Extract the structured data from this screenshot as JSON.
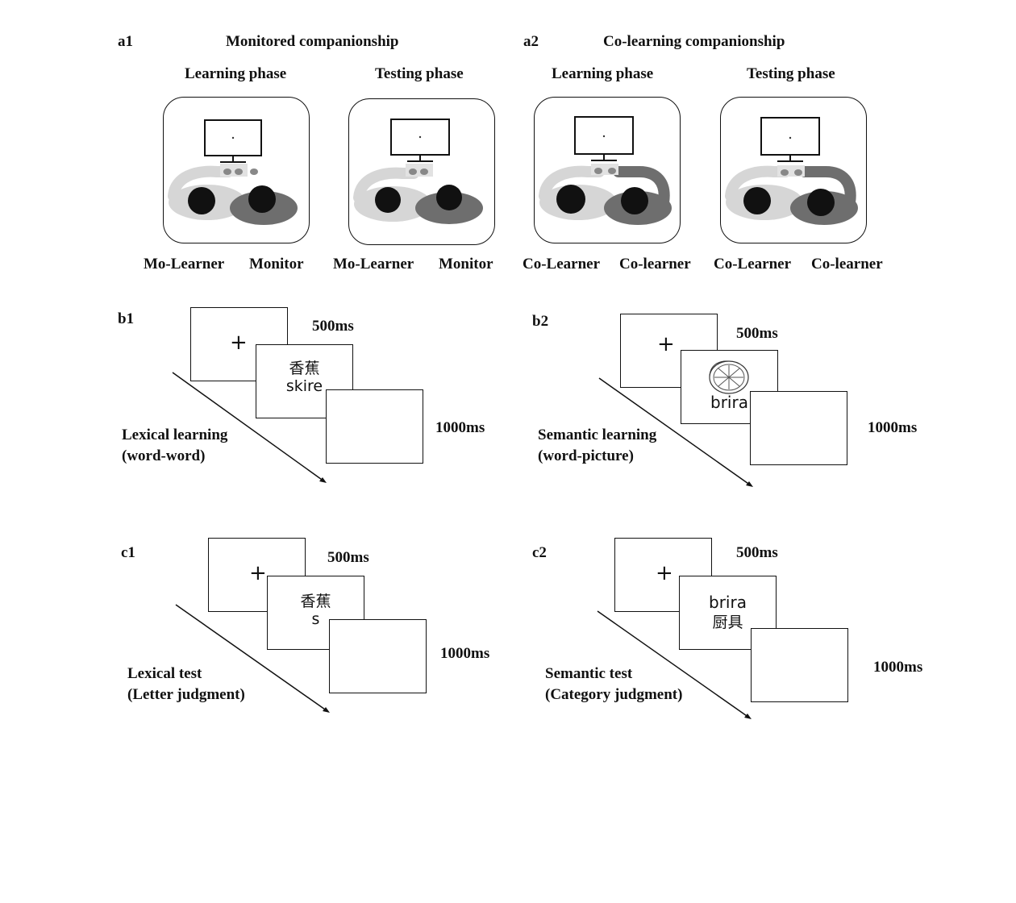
{
  "panel_a1": {
    "label": "a1",
    "title": "Monitored companionship",
    "learning_phase": "Learning phase",
    "testing_phase": "Testing phase",
    "learning_roles": [
      "Mo-Learner",
      "Monitor"
    ],
    "testing_roles": [
      "Mo-Learner",
      "Monitor"
    ]
  },
  "panel_a2": {
    "label": "a2",
    "title": "Co-learning companionship",
    "learning_phase": "Learning phase",
    "testing_phase": "Testing phase",
    "learning_roles": [
      "Co-Learner",
      "Co-learner"
    ],
    "testing_roles": [
      "Co-Learner",
      "Co-learner"
    ]
  },
  "panel_b1": {
    "label": "b1",
    "fixation": "+",
    "duration_1": "500ms",
    "duration_2": "1000ms",
    "stimulus_line1": "香蕉",
    "stimulus_line2": "skire",
    "caption_line1": "Lexical learning",
    "caption_line2": "(word-word)"
  },
  "panel_b2": {
    "label": "b2",
    "fixation": "+",
    "duration_1": "500ms",
    "duration_2": "1000ms",
    "stimulus_word": "brira",
    "picture_icon": "lemon-slice-icon",
    "caption_line1": "Semantic learning",
    "caption_line2": "(word-picture)"
  },
  "panel_c1": {
    "label": "c1",
    "fixation": "+",
    "duration_1": "500ms",
    "duration_2": "1000ms",
    "stimulus_line1": "香蕉",
    "stimulus_line2": "s",
    "caption_line1": "Lexical test",
    "caption_line2": "(Letter judgment)"
  },
  "panel_c2": {
    "label": "c2",
    "fixation": "+",
    "duration_1": "500ms",
    "duration_2": "1000ms",
    "stimulus_line1": "brira",
    "stimulus_line2": "厨具",
    "caption_line1": "Semantic test",
    "caption_line2": "(Category judgment)"
  },
  "colors": {
    "ink": "#111111",
    "light_gray": "#d6d6d6",
    "mid_gray": "#8a8a8a",
    "dark_gray": "#6e6e6e"
  }
}
